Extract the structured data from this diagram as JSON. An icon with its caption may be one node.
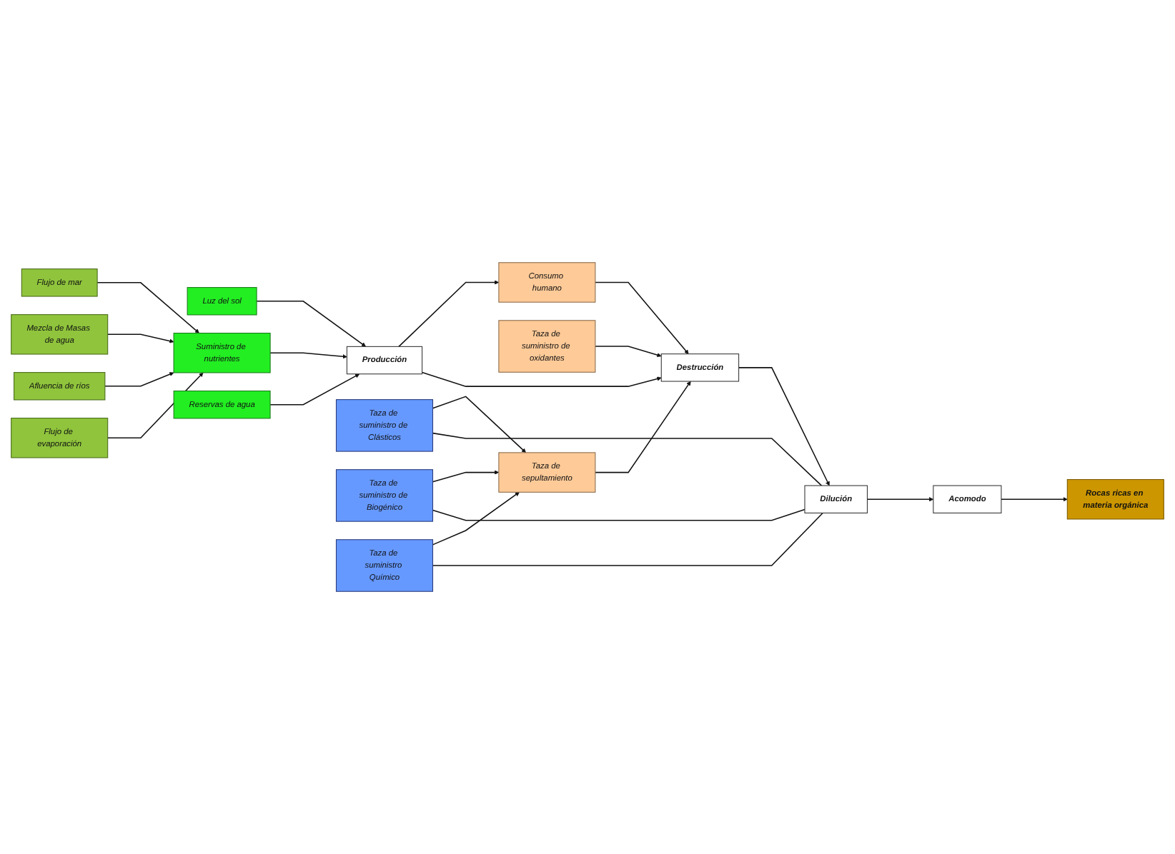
{
  "diagram": {
    "nodes": [
      {
        "text": [
          "Flujo de mar"
        ]
      },
      {
        "text": [
          "Mezcla de Masas de agua"
        ]
      },
      {
        "text": [
          "Afluencia de ríos"
        ]
      },
      {
        "text": [
          "Flujo de evaporación"
        ]
      },
      {
        "text": [
          "Luz del sol"
        ]
      },
      {
        "text": [
          "Suministro de nutrientes"
        ]
      },
      {
        "text": [
          "Reservas de agua"
        ]
      },
      {
        "text": [
          "Producción"
        ]
      },
      {
        "text": [
          "Consumo humano"
        ]
      },
      {
        "text": [
          "Taza de suministro de oxidantes"
        ]
      },
      {
        "text": [
          "Taza de sepultamiento"
        ]
      },
      {
        "text": [
          "Destrucción"
        ]
      },
      {
        "text": [
          "Taza de suministro de Clásticos"
        ]
      },
      {
        "text": [
          "Taza de suministro de Biogénico"
        ]
      },
      {
        "text": [
          "Taza de suministro Químico"
        ]
      },
      {
        "text": [
          "Dilución"
        ]
      },
      {
        "text": [
          "Acomodo"
        ]
      },
      {
        "text": [
          "Rocas ricas en materia orgánica"
        ]
      }
    ],
    "edges": [
      {
        "from": 0,
        "to": 5,
        "arrow": "to"
      },
      {
        "from": 1,
        "to": 5,
        "arrow": "to"
      },
      {
        "from": 2,
        "to": 5,
        "arrow": "to"
      },
      {
        "from": 3,
        "to": 5,
        "arrow": "to"
      },
      {
        "from": 4,
        "to": 7,
        "arrow": "to"
      },
      {
        "from": 5,
        "to": 7,
        "arrow": "to"
      },
      {
        "from": 6,
        "to": 7,
        "arrow": "to"
      },
      {
        "from": 7,
        "to": 8,
        "arrow": "to"
      },
      {
        "from": 7,
        "to": 11,
        "arrow": "to"
      },
      {
        "from": 8,
        "to": 11,
        "arrow": "to"
      },
      {
        "from": 9,
        "to": 11,
        "arrow": "to"
      },
      {
        "from": 10,
        "to": 11,
        "arrow": "to"
      },
      {
        "from": 12,
        "to": 10,
        "arrow": "to"
      },
      {
        "from": 13,
        "to": 10,
        "arrow": "to"
      },
      {
        "from": 14,
        "to": 10,
        "arrow": "to"
      },
      {
        "from": 12,
        "to": 15,
        "arrow": "none"
      },
      {
        "from": 13,
        "to": 15,
        "arrow": "none"
      },
      {
        "from": 14,
        "to": 15,
        "arrow": "none"
      },
      {
        "from": 11,
        "to": 15,
        "arrow": "to"
      },
      {
        "from": 15,
        "to": 16,
        "arrow": "to"
      },
      {
        "from": 16,
        "to": 17,
        "arrow": "to"
      }
    ]
  }
}
